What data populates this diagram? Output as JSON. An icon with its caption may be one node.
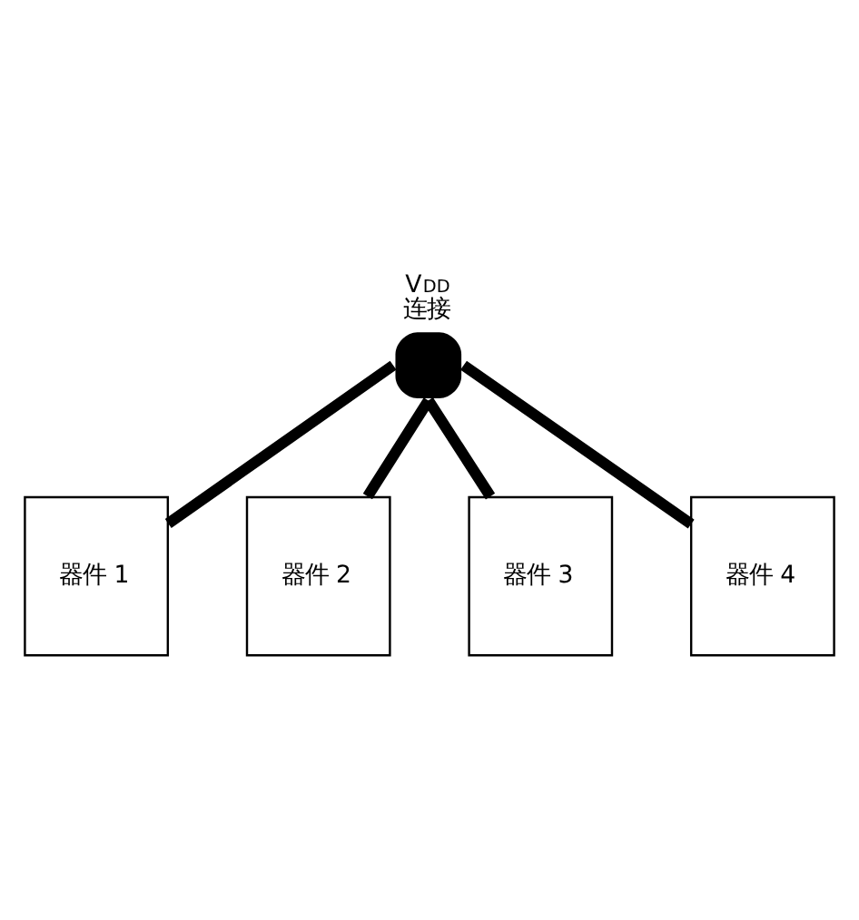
{
  "diagram": {
    "nodes": [
      {
        "text": [
          "V$_{DD}$",
          "连接"
        ]
      },
      {
        "text": [
          "器件 1"
        ]
      },
      {
        "text": [
          "器件 2"
        ]
      },
      {
        "text": [
          "器件 3"
        ]
      },
      {
        "text": [
          "器件 4"
        ]
      }
    ],
    "edges": [
      {
        "from": 0,
        "to": 1,
        "arrow": "none"
      },
      {
        "from": 0,
        "to": 2,
        "arrow": "none"
      },
      {
        "from": 0,
        "to": 3,
        "arrow": "none"
      },
      {
        "from": 0,
        "to": 4,
        "arrow": "none"
      }
    ]
  }
}
